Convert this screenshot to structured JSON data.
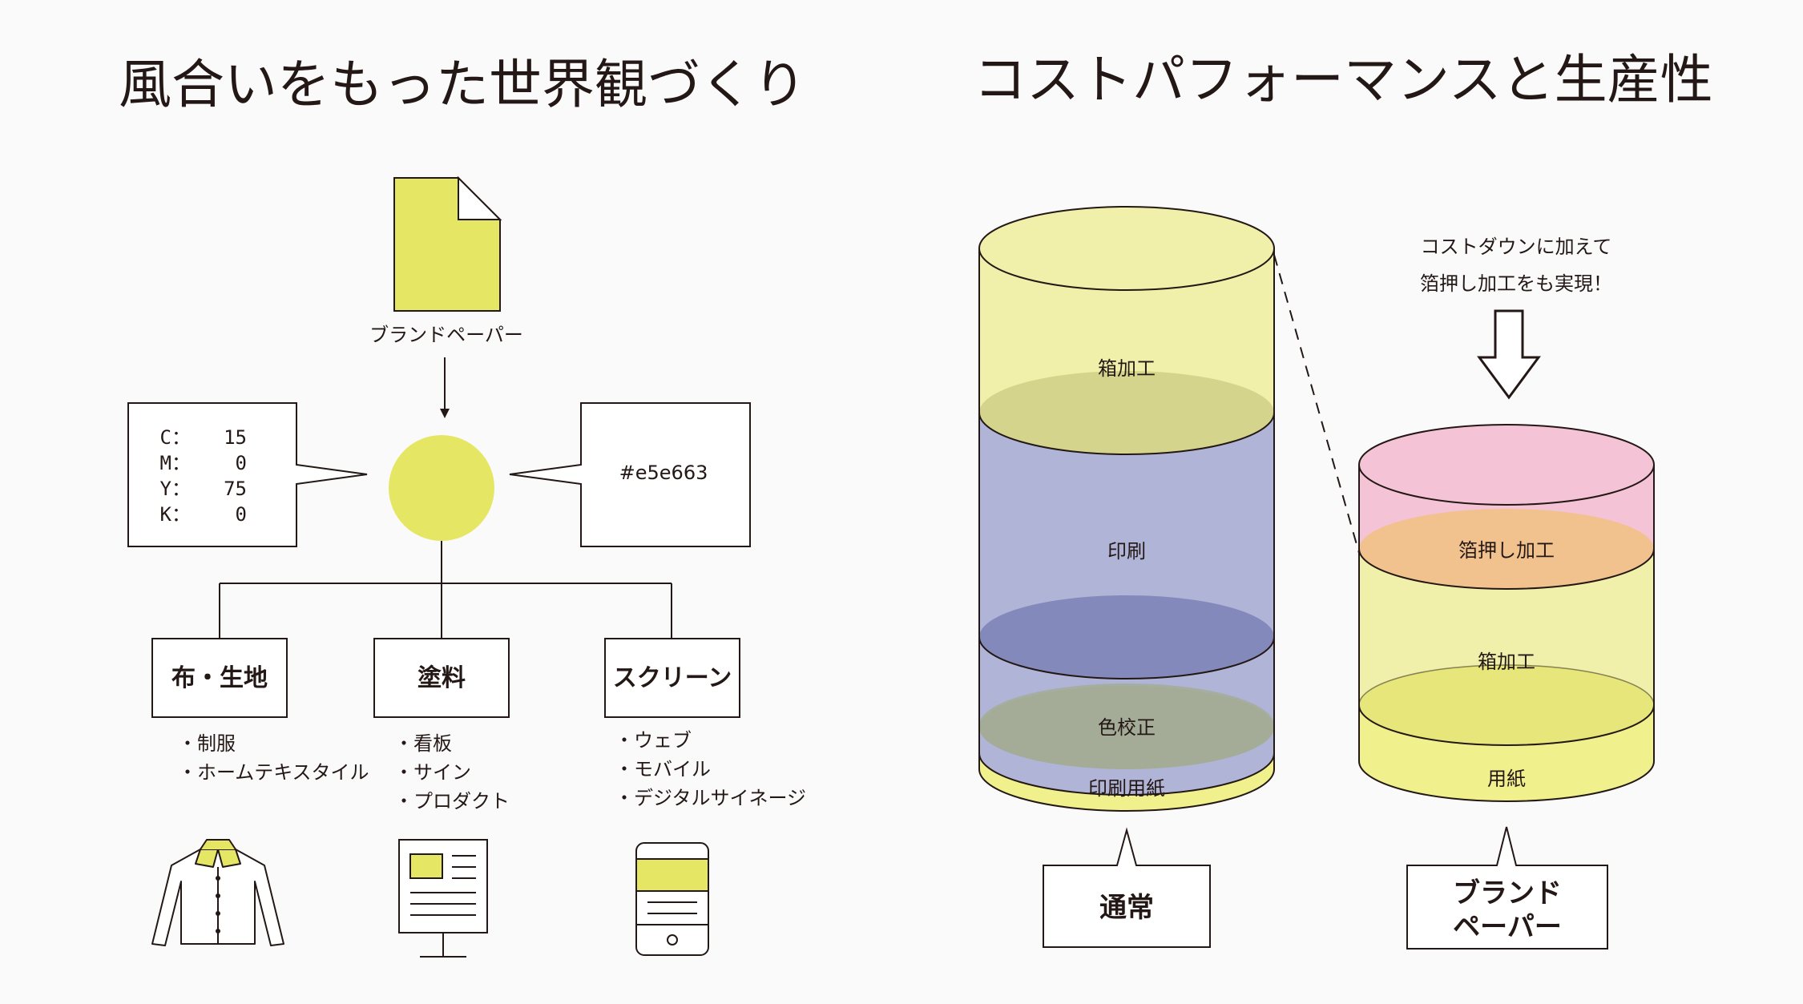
{
  "left": {
    "title": "風合いをもった世界観づくり",
    "paper_label": "ブランドペーパー",
    "cmyk": [
      {
        "k": "C：",
        "v": "15"
      },
      {
        "k": "M：",
        "v": "0"
      },
      {
        "k": "Y：",
        "v": "75"
      },
      {
        "k": "K：",
        "v": "0"
      }
    ],
    "hex": "#e5e663",
    "color": "#e5e663",
    "categories": [
      {
        "name": "布・生地",
        "items": [
          "・制服",
          "・ホームテキスタイル"
        ],
        "icon": "shirt-icon"
      },
      {
        "name": "塗料",
        "items": [
          "・看板",
          "・サイン",
          "・プロダクト"
        ],
        "icon": "signboard-icon"
      },
      {
        "name": "スクリーン",
        "items": [
          "・ウェブ",
          "・モバイル",
          "・デジタルサイネージ"
        ],
        "icon": "smartphone-icon"
      }
    ]
  },
  "right": {
    "title": "コストパフォーマンスと生産性",
    "note_line1": "コストダウンに加えて",
    "note_line2": "箔押し加工をも実現！",
    "normal": {
      "label": "通常",
      "layers": [
        "箱加工",
        "印刷",
        "色校正",
        "印刷用紙"
      ],
      "colors": {
        "box": "#f0f0aa",
        "print": "#b0b4d6",
        "print_top": "#8389bb",
        "proof": "#a4ac98",
        "paper": "#f0f08c"
      }
    },
    "brand": {
      "label_line1": "ブランド",
      "label_line2": "ペーパー",
      "layers": [
        "箔押し加工",
        "箱加工",
        "用紙"
      ],
      "colors": {
        "foil": "#f4c3d5",
        "foil_top": "#f1c28e",
        "box": "#f0f0aa",
        "paper": "#f0f08c"
      }
    }
  }
}
